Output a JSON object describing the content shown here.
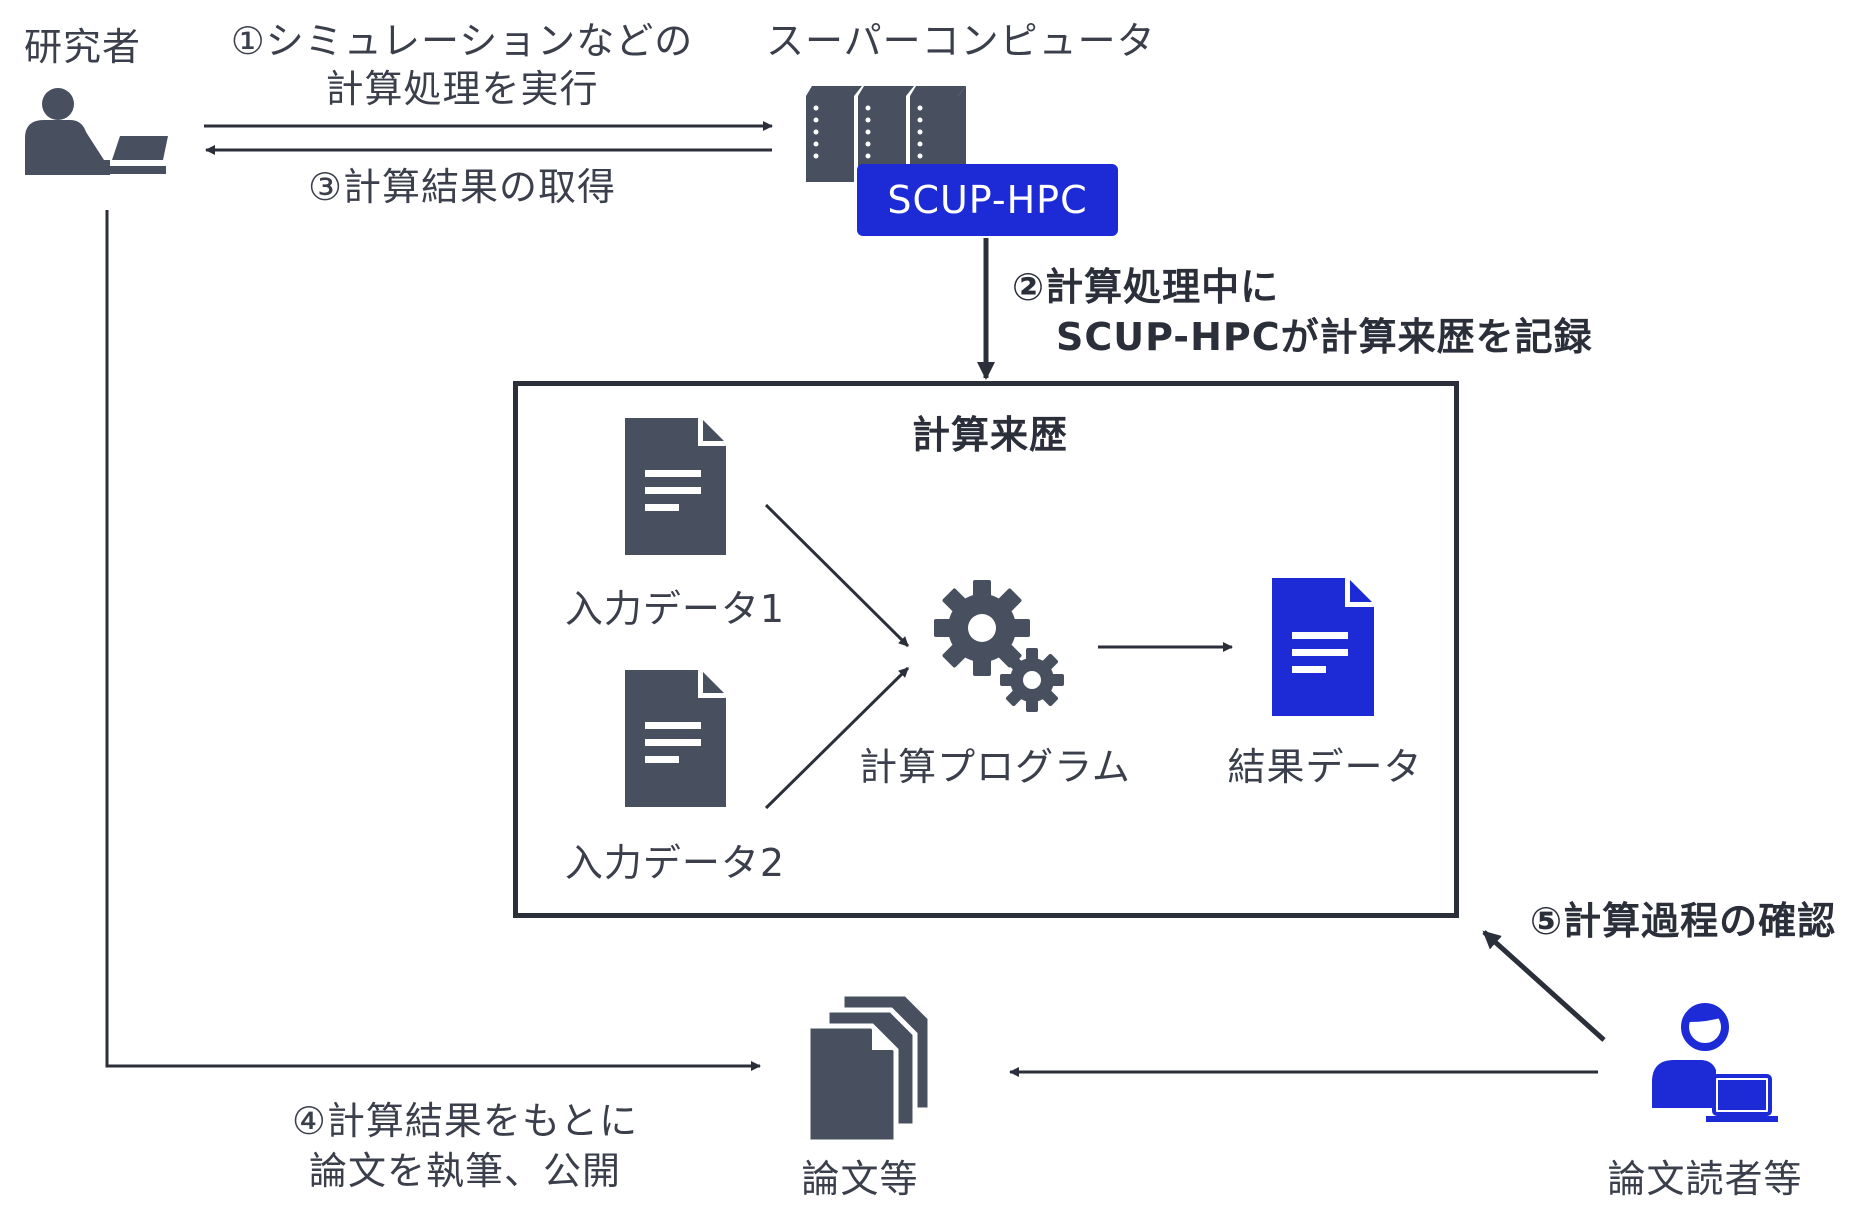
{
  "actors": {
    "researcher": "研究者",
    "supercomputer": "スーパーコンピュータ",
    "scup_badge": "SCUP-HPC",
    "paper": "論文等",
    "reader": "論文読者等"
  },
  "steps": {
    "step1_line1": "①シミュレーションなどの",
    "step1_line2": "計算処理を実行",
    "step2_line1": "②計算処理中に",
    "step2_line2": "SCUP-HPCが計算来歴を記録",
    "step3": "③計算結果の取得",
    "step4_line1": "④計算結果をもとに",
    "step4_line2": "論文を執筆、公開",
    "step5": "⑤計算過程の確認"
  },
  "history": {
    "title": "計算来歴",
    "input1": "入力データ1",
    "input2": "入力データ2",
    "program": "計算プログラム",
    "result": "結果データ"
  },
  "icons": {
    "researcher": "person-at-laptop-icon",
    "server": "server-rack-icon",
    "document": "document-icon",
    "gears": "gears-icon",
    "paper_stack": "document-stack-icon",
    "reader": "person-at-laptop-icon"
  },
  "colors": {
    "dark": "#48505f",
    "accent": "#1d2bd6",
    "line": "#2b2f3a"
  }
}
